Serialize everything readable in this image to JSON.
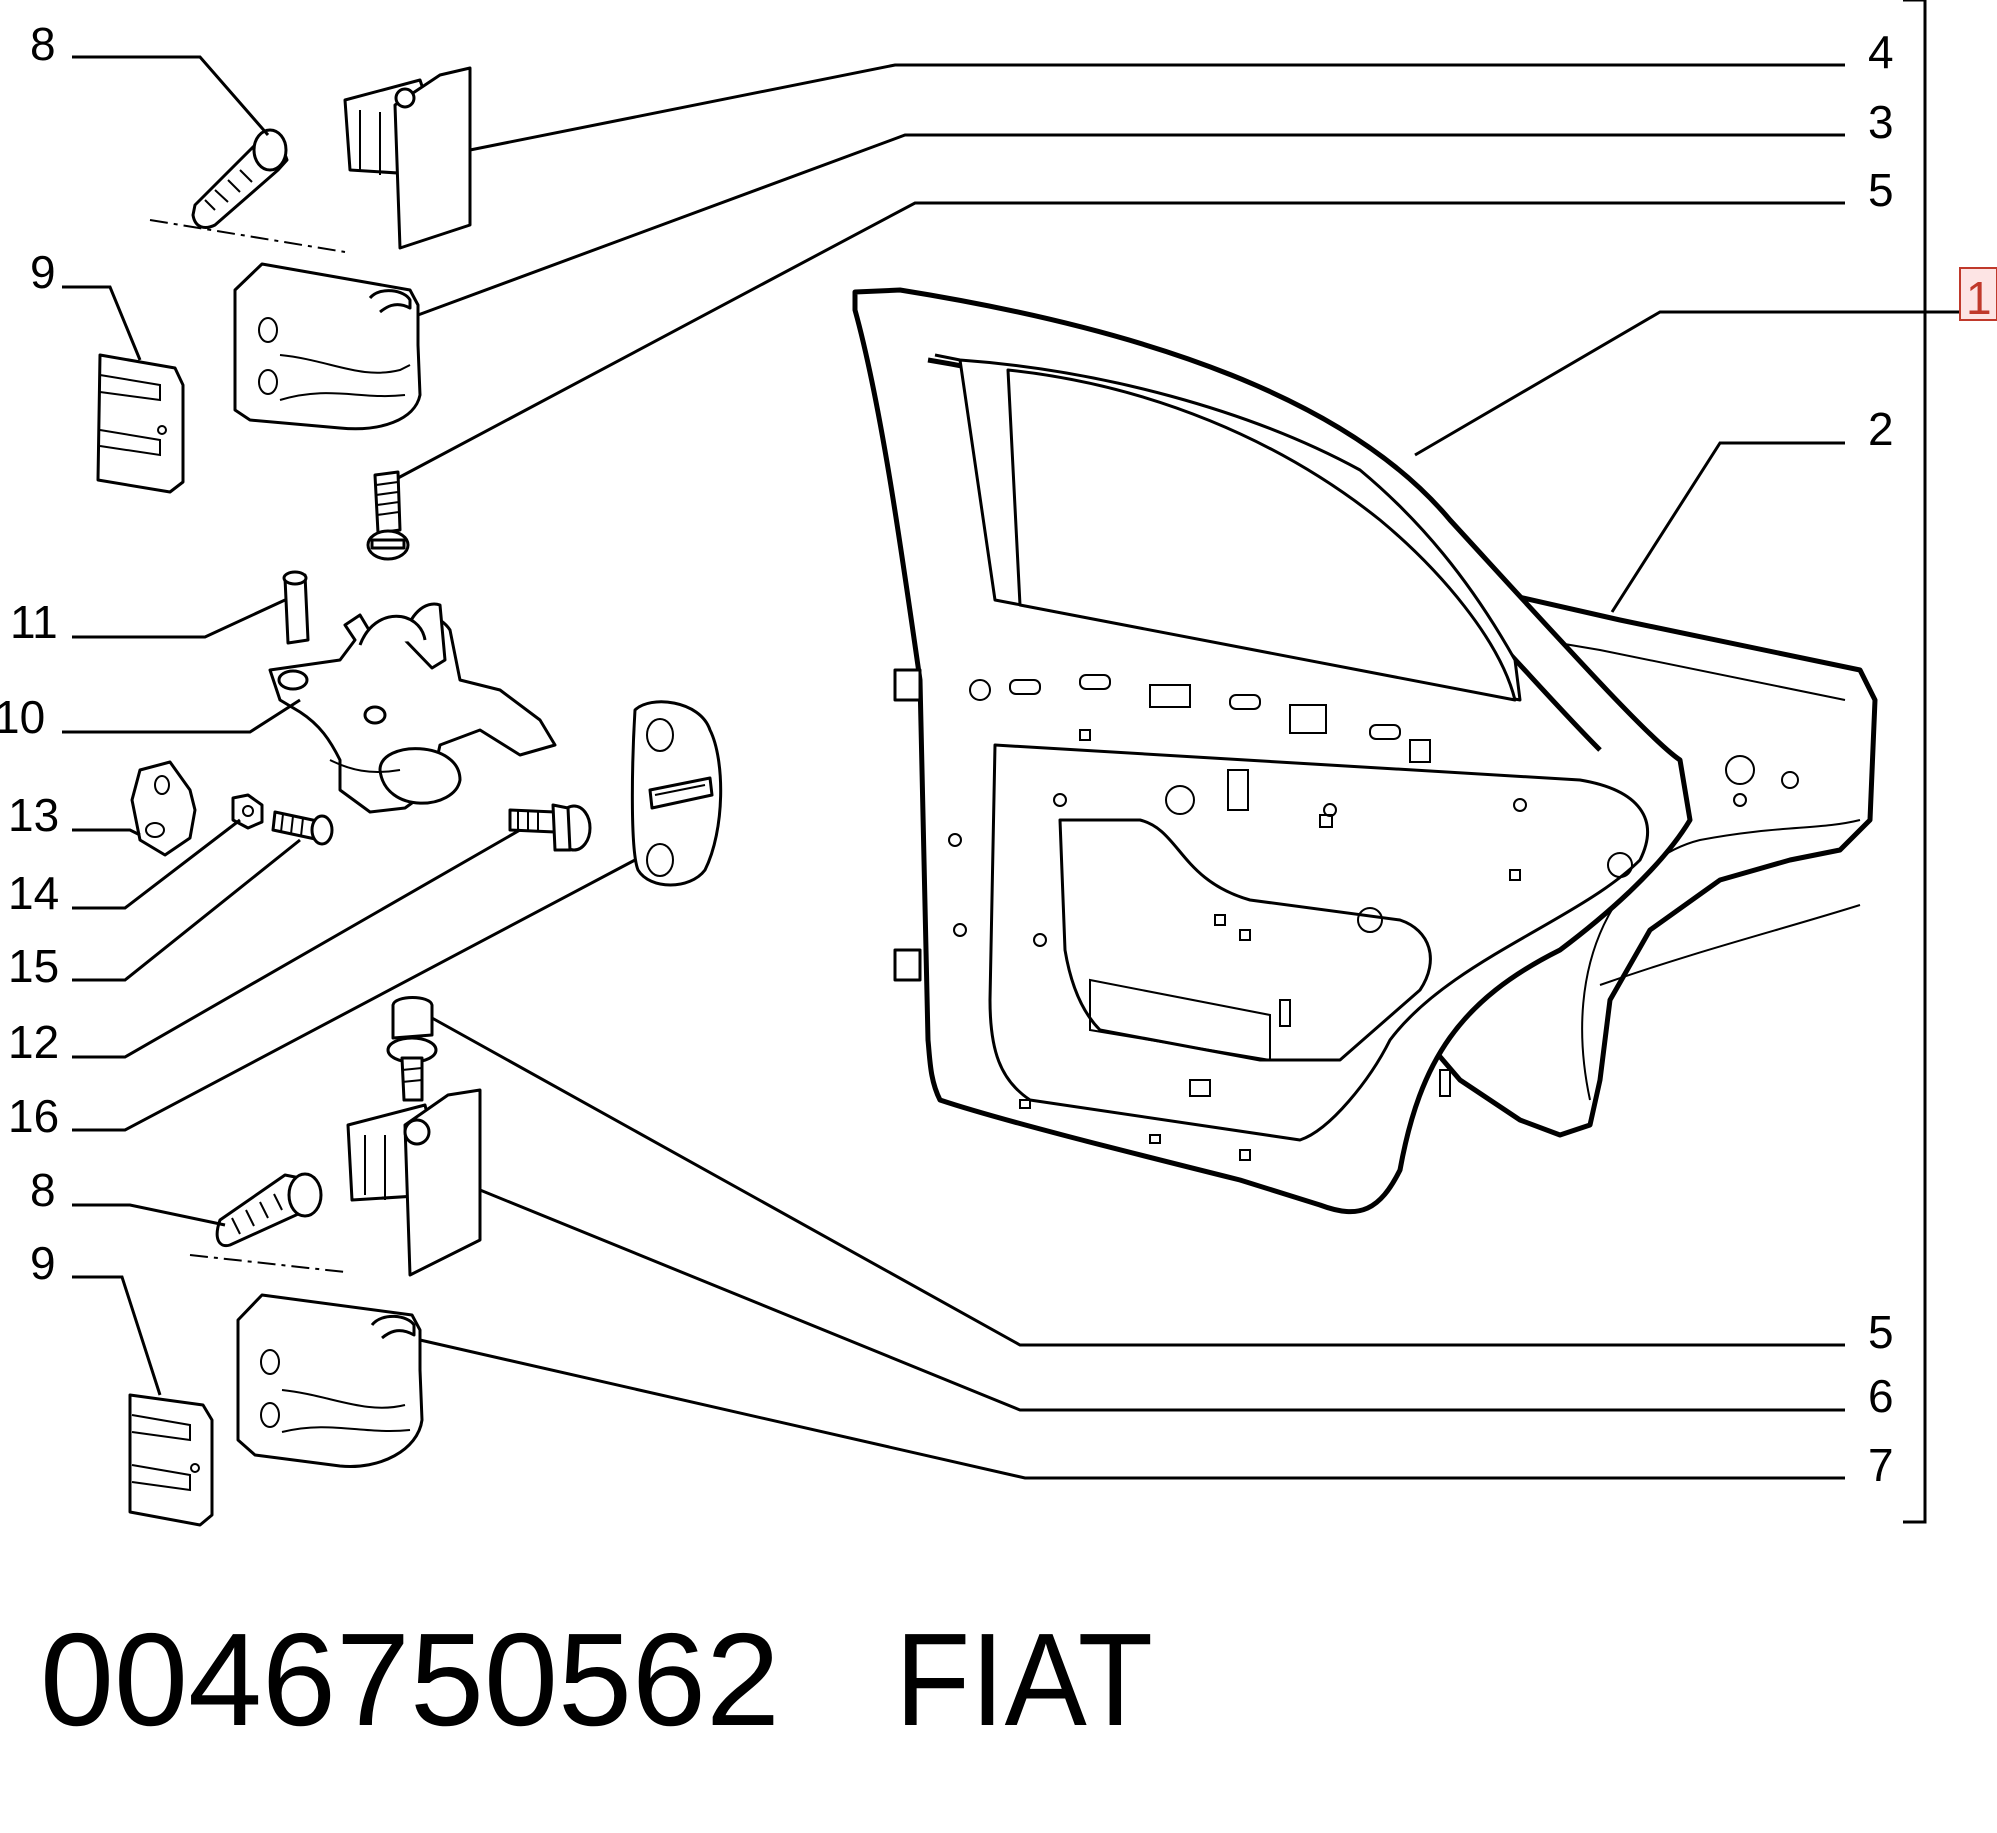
{
  "diagram": {
    "callouts": [
      {
        "id": "8a",
        "text": "8"
      },
      {
        "id": "9a",
        "text": "9"
      },
      {
        "id": "11",
        "text": "11"
      },
      {
        "id": "10",
        "text": "10"
      },
      {
        "id": "13",
        "text": "13"
      },
      {
        "id": "14",
        "text": "14"
      },
      {
        "id": "15",
        "text": "15"
      },
      {
        "id": "12",
        "text": "12"
      },
      {
        "id": "16",
        "text": "16"
      },
      {
        "id": "8b",
        "text": "8"
      },
      {
        "id": "9b",
        "text": "9"
      },
      {
        "id": "4",
        "text": "4"
      },
      {
        "id": "3",
        "text": "3"
      },
      {
        "id": "5a",
        "text": "5"
      },
      {
        "id": "1",
        "text": "1"
      },
      {
        "id": "2",
        "text": "2"
      },
      {
        "id": "5b",
        "text": "5"
      },
      {
        "id": "6",
        "text": "6"
      },
      {
        "id": "7",
        "text": "7"
      }
    ],
    "highlighted_callout": "1",
    "highlight_color": "#c0392b"
  },
  "caption": {
    "part_number": "0046750562",
    "brand": "FIAT"
  }
}
